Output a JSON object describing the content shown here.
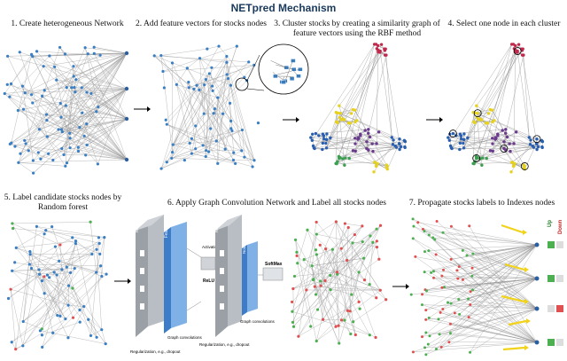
{
  "title": "NETpred Mechanism",
  "steps": [
    "1. Create heterogeneous Network",
    "2. Add feature vectors for stocks nodes",
    "3. Cluster stocks by creating a similarity graph of feature vectors using the RBF method",
    "4. Select one node in each cluster",
    "5. Label candidate stocks nodes by Random forest",
    "6. Apply Graph Convolution Network and Label all stocks nodes",
    "7. Propagate stocks labels to Indexes nodes"
  ],
  "gcn": {
    "nodes_label": "Nodes",
    "features_label": "Features",
    "activation_label": "Activation function",
    "relu_label": "ReLU",
    "softmax_label": "SoftMax",
    "graph_conv_1": "Graph convolutions",
    "graph_conv_2": "Graph convolutions",
    "regularization_1": "Regularization, e.g., dropout",
    "regularization_2": "Regularization, e.g., dropout"
  },
  "propagate": {
    "up_label": "Up",
    "down_label": "Down"
  },
  "colors": {
    "title": "#1a3a5c",
    "stock_node": "#3a7fc4",
    "index_node": "#2a5fa0",
    "up": "#4caf50",
    "down": "#e05050",
    "cluster_red": "#c0284c",
    "cluster_yellow": "#e6d21e",
    "cluster_purple": "#6a3a8c",
    "cluster_blue": "#2a5fb0",
    "cluster_green": "#3aa050"
  }
}
